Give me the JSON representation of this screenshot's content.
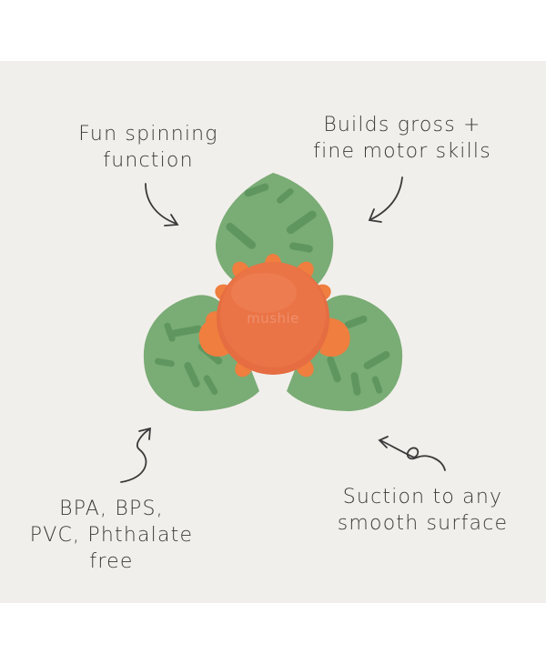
{
  "labels": {
    "top_left": [
      "Fun spinning",
      "function"
    ],
    "top_right": [
      "Builds gross +",
      "fine motor skills"
    ],
    "bottom_left": [
      "BPA, BPS,",
      "PVC, Phthalate",
      "free"
    ],
    "bottom_right": [
      "Suction to any",
      "smooth surface"
    ]
  },
  "product": {
    "brand": "mushie"
  },
  "colors": {
    "background": "#f1efeb",
    "leaf": "#7aac75",
    "leaf_slot": "#5f9660",
    "center": "#ea7446",
    "petal": "#ef7e3f",
    "text": "#3a3a3a"
  }
}
